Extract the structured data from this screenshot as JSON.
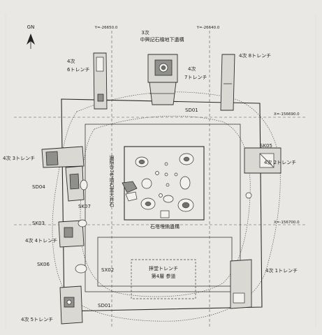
{
  "north": {
    "label": "GN"
  },
  "grid": {
    "y_left": "Y=-26650.0",
    "y_right": "Y=-26640.0",
    "x_top": "X=-156690.0",
    "x_bottom": "X=-156700.0"
  },
  "labels": {
    "trench3_title_a": "3次",
    "trench3_title_b": "中興記石檜地下遺構",
    "t4_6_a": "4次",
    "t4_6_b": "6トレンチ",
    "t4_7_a": "4次",
    "t4_7_b": "7トレンチ",
    "t4_8": "4次 8トレンチ",
    "sd01_top": "SD01",
    "sd01_bottom": "SD01",
    "t4_3": "4次 3トレンチ",
    "t4_2": "4次 2トレンチ",
    "t4_4": "4次 4トレンチ",
    "t4_1": "4次 1トレンチ",
    "t4_5": "4次 5トレンチ",
    "sk05": "SK05",
    "sd04": "SD04",
    "sk07": "SK07",
    "sk03": "SK03",
    "sk06": "SK06",
    "sx02": "SX02",
    "vertical_text": "遍照寺3号墳石室天井石",
    "stone_pagoda": "石塔埋納遺構",
    "worship_a": "拝堂トレンチ",
    "worship_b": "第4層 参道"
  }
}
